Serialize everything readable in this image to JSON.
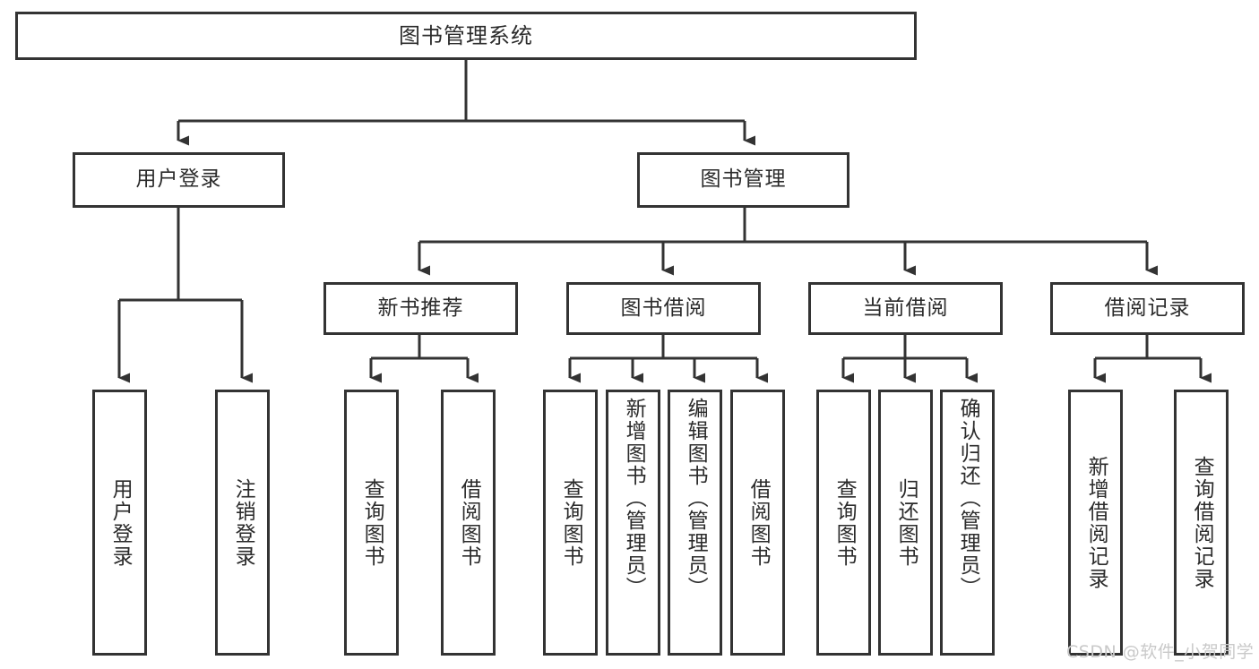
{
  "diagram": {
    "title": "图书管理系统",
    "type": "tree-hierarchy-chart",
    "root": {
      "label": "图书管理系统",
      "children": [
        {
          "label": "用户登录",
          "children": [
            {
              "label": "用户登录"
            },
            {
              "label": "注销登录"
            }
          ]
        },
        {
          "label": "图书管理",
          "children": [
            {
              "label": "新书推荐",
              "children": [
                {
                  "label": "查询图书"
                },
                {
                  "label": "借阅图书"
                }
              ]
            },
            {
              "label": "图书借阅",
              "children": [
                {
                  "label": "查询图书"
                },
                {
                  "label": "新增图书（管理员）"
                },
                {
                  "label": "编辑图书（管理员）"
                },
                {
                  "label": "借阅图书"
                }
              ]
            },
            {
              "label": "当前借阅",
              "children": [
                {
                  "label": "查询图书"
                },
                {
                  "label": "归还图书"
                },
                {
                  "label": "确认归还（管理员）"
                }
              ]
            },
            {
              "label": "借阅记录",
              "children": [
                {
                  "label": "新增借阅记录"
                },
                {
                  "label": "查询借阅记录"
                }
              ]
            }
          ]
        }
      ]
    }
  },
  "nodes": {
    "root": "图书管理系统",
    "l2_user_login": "用户登录",
    "l2_book_manage": "图书管理",
    "l3_new_book": "新书推荐",
    "l3_borrow": "图书借阅",
    "l3_current": "当前借阅",
    "l3_record": "借阅记录",
    "leaf_user_login": "用户登录",
    "leaf_logout": "注销登录",
    "leaf_nb_query": "查询图书",
    "leaf_nb_borrow": "借阅图书",
    "leaf_bw_query": "查询图书",
    "leaf_bw_add": "新增图书（管理员）",
    "leaf_bw_edit": "编辑图书（管理员）",
    "leaf_bw_borrow": "借阅图书",
    "leaf_cur_query": "查询图书",
    "leaf_cur_return": "归还图书",
    "leaf_cur_confirm": "确认归还（管理员）",
    "leaf_rec_add": "新增借阅记录",
    "leaf_rec_query": "查询借阅记录"
  },
  "watermark": {
    "text": "CSDN @软件_小贺同学"
  },
  "colors": {
    "border": "#333333",
    "text": "#2b2b2b",
    "background": "#ffffff",
    "connector": "#333333",
    "watermark": "#c9c9c9"
  }
}
